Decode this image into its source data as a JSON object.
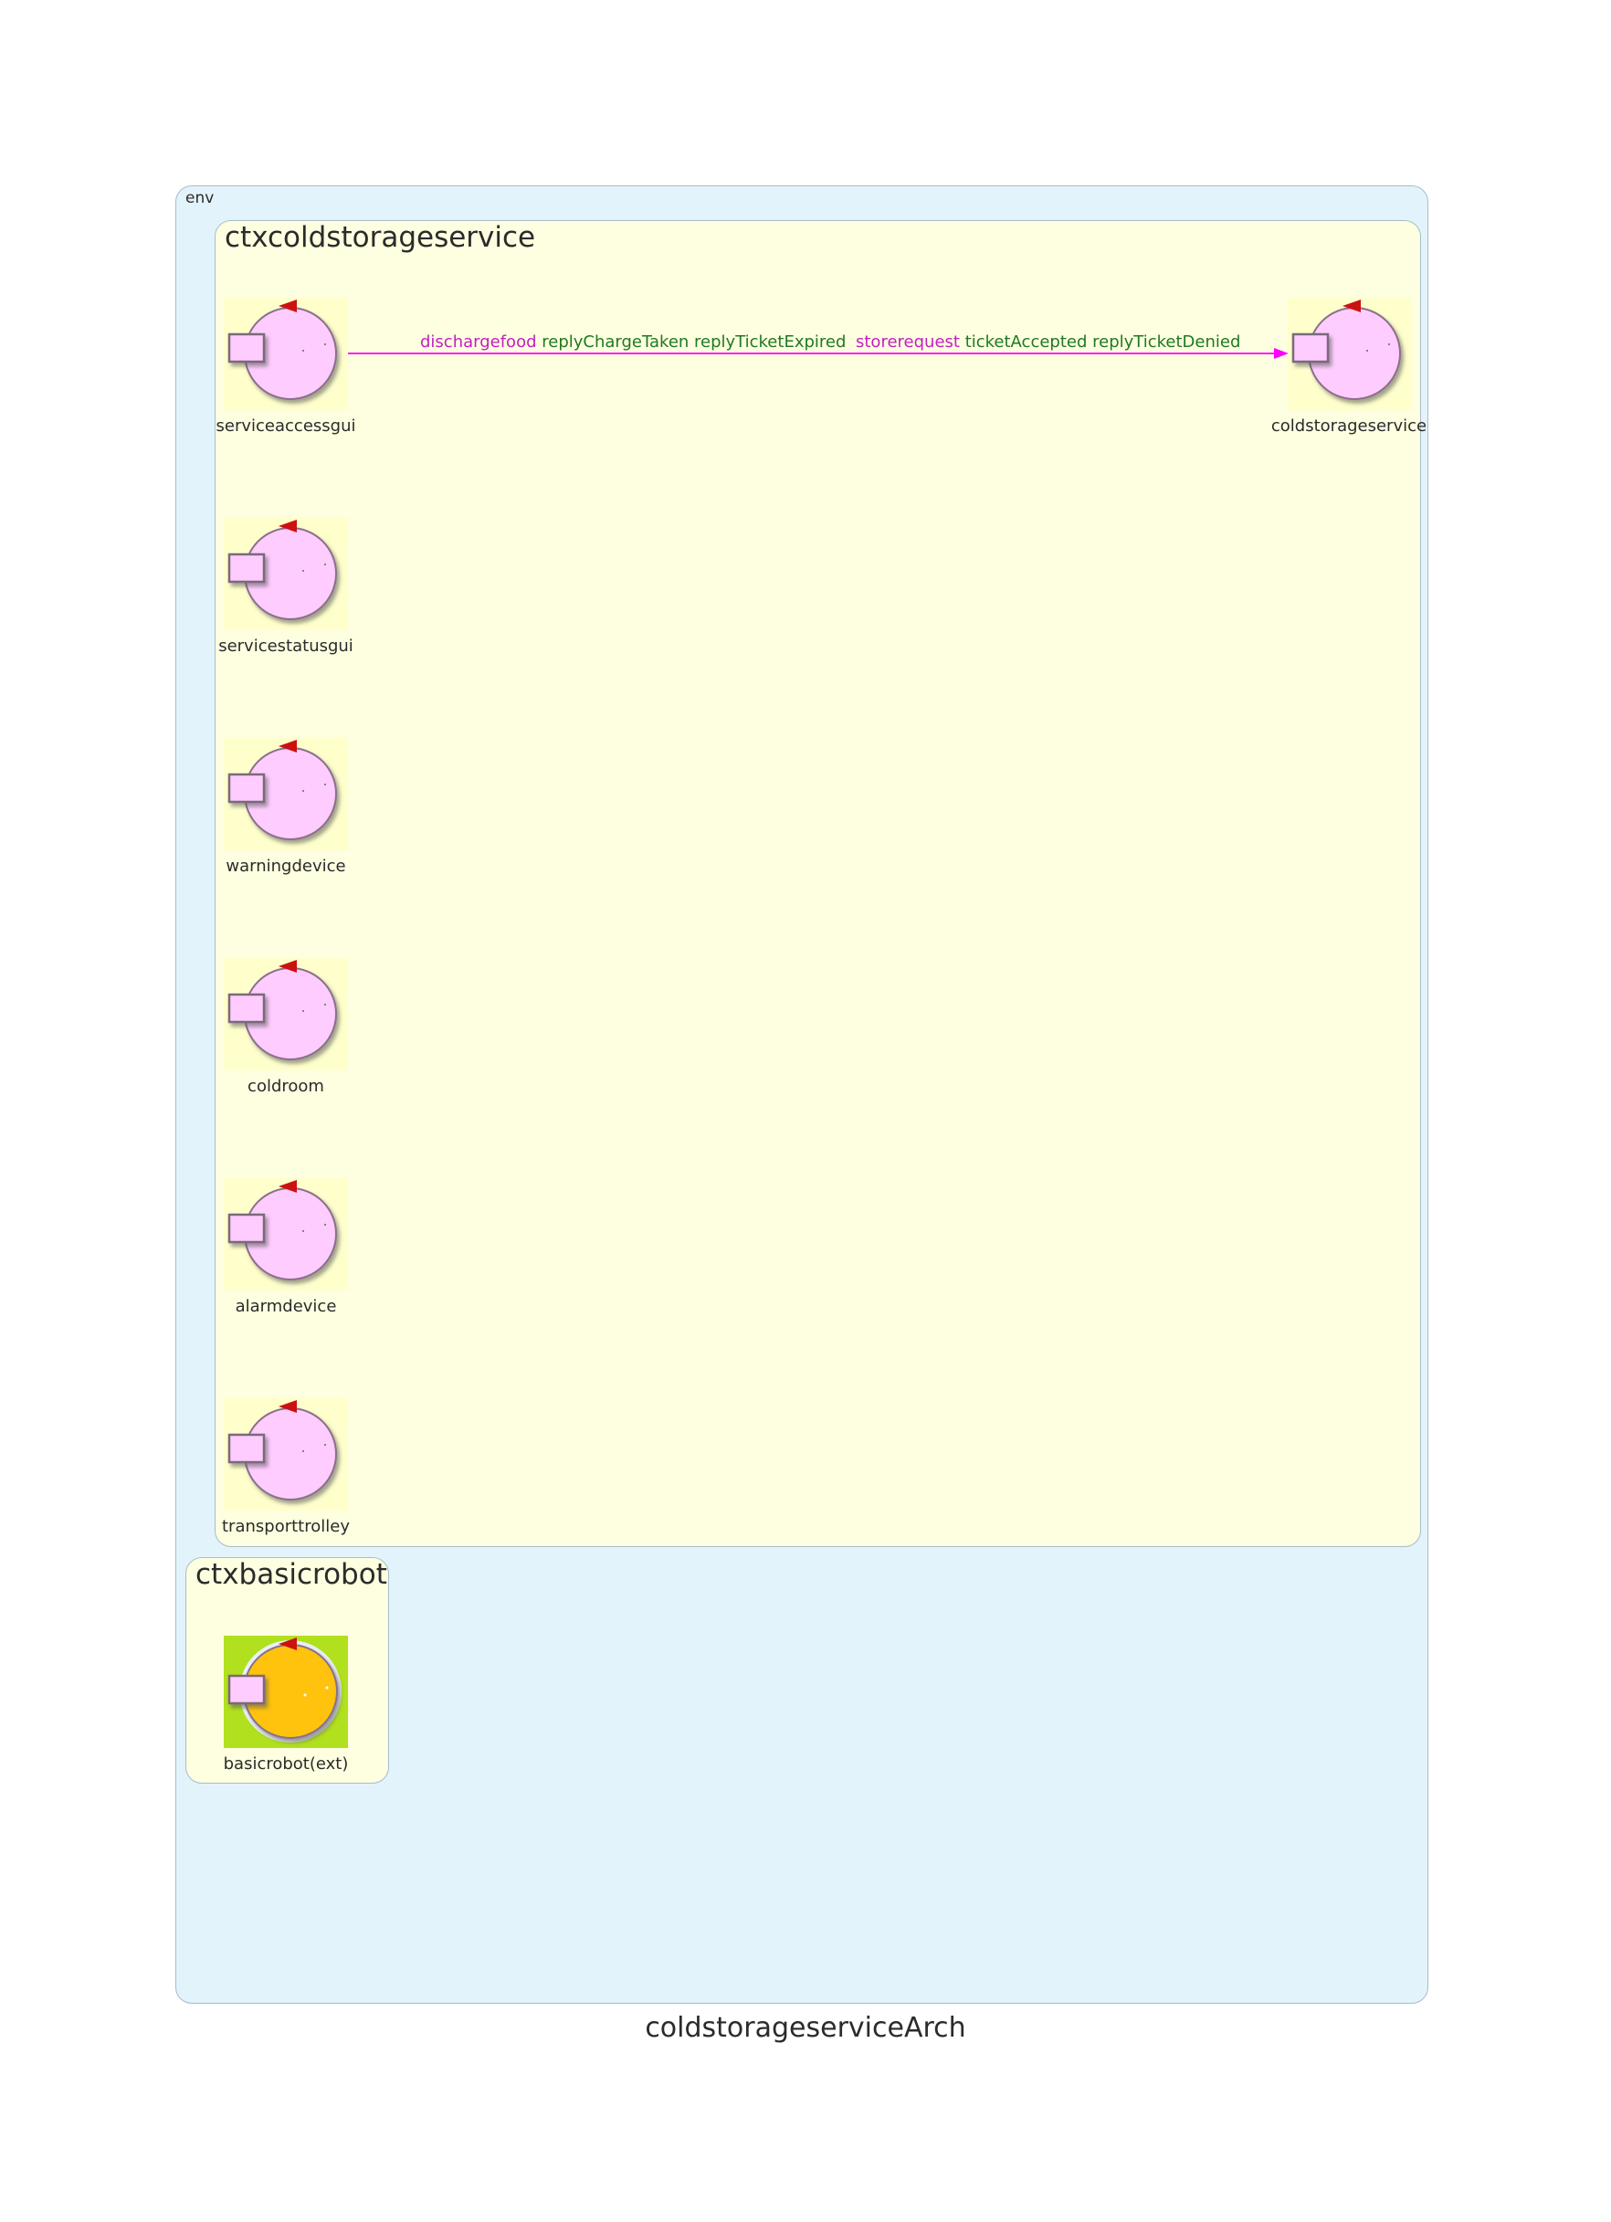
{
  "diagram": {
    "title": "coldstorageserviceArch",
    "env": {
      "label": "env"
    },
    "contexts": [
      {
        "id": "ctxcoldstorageservice",
        "label": "ctxcoldstorageservice"
      },
      {
        "id": "ctxbasicrobot",
        "label": "ctxbasicrobot"
      }
    ],
    "actors": [
      {
        "label": "serviceaccessgui",
        "context": "ctxcoldstorageservice",
        "icon": "actor-icon"
      },
      {
        "label": "coldstorageservice",
        "context": "ctxcoldstorageservice",
        "icon": "actor-icon"
      },
      {
        "label": "servicestatusgui",
        "context": "ctxcoldstorageservice",
        "icon": "actor-icon"
      },
      {
        "label": "warningdevice",
        "context": "ctxcoldstorageservice",
        "icon": "actor-icon"
      },
      {
        "label": "coldroom",
        "context": "ctxcoldstorageservice",
        "icon": "actor-icon"
      },
      {
        "label": "alarmdevice",
        "context": "ctxcoldstorageservice",
        "icon": "actor-icon"
      },
      {
        "label": "transporttrolley",
        "context": "ctxcoldstorageservice",
        "icon": "actor-icon"
      },
      {
        "label": "basicrobot(ext)",
        "context": "ctxbasicrobot",
        "icon": "external-actor-icon"
      }
    ],
    "edge": {
      "from": "serviceaccessgui",
      "to": "coldstorageservice",
      "color": "#ff00ff",
      "labels": [
        {
          "text": "dischargefood",
          "kind": "dispatch"
        },
        {
          "text": "replyChargeTaken replyTicketExpired",
          "kind": "request"
        },
        {
          "text": "storerequest",
          "kind": "dispatch"
        },
        {
          "text": "ticketAccepted replyTicketDenied",
          "kind": "request"
        }
      ]
    },
    "colors": {
      "env_fill": "#e2f3fb",
      "context_fill": "#fefee0",
      "actor_fill": "#ffccff",
      "external_actor_fill": "#ffc20e",
      "external_actor_bg": "#b1e01e",
      "dispatch_label": "#c21fc2",
      "request_label": "#1f7a1f",
      "edge": "#ff00ff",
      "start_marker": "#cc1111"
    }
  }
}
